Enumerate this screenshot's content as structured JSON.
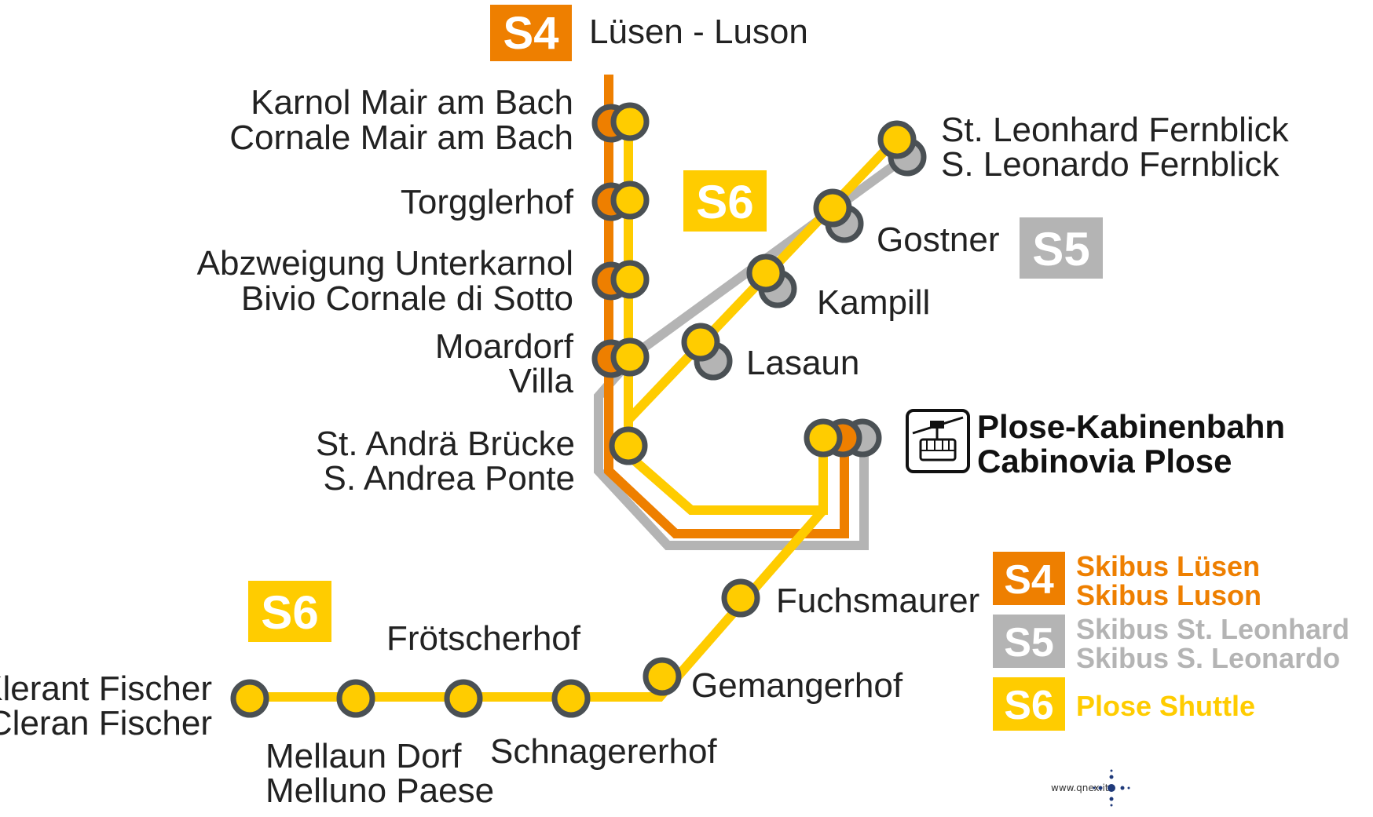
{
  "colors": {
    "s4": "#ee7f00",
    "s5": "#b4b4b4",
    "s6": "#ffcc00",
    "stop_ring": "#4a5054",
    "text": "#222222"
  },
  "badges": {
    "s4_top": "S4",
    "s6_mid": "S6",
    "s5_right": "S5",
    "s6_left": "S6"
  },
  "top_label": "Lüsen - Luson",
  "stations": {
    "karnol_1": "Karnol Mair am Bach",
    "karnol_2": "Cornale Mair am Bach",
    "torggler": "Torgglerhof",
    "abzw_1": "Abzweigung Unterkarnol",
    "abzw_2": "Bivio Cornale di Sotto",
    "moardorf": "Moardorf",
    "villa": "Villa",
    "andrae_1": "St. Andrä Brücke",
    "andrae_2": "S. Andrea Ponte",
    "leonhard_1": "St. Leonhard Fernblick",
    "leonhard_2": "S. Leonardo Fernblick",
    "gostner": "Gostner",
    "kampill": "Kampill",
    "lasaun": "Lasaun",
    "plose_1": "Plose-Kabinenbahn",
    "plose_2": "Cabinovia Plose",
    "fuchsmaurer": "Fuchsmaurer",
    "gemangerhof": "Gemangerhof",
    "froetscherhof": "Frötscherhof",
    "klerant_1": "Klerant Fischer",
    "klerant_2": "Cleran Fischer",
    "mellaun_1": "Mellaun Dorf",
    "mellaun_2": "Melluno Paese",
    "schnagerer": "Schnagererhof"
  },
  "legend": {
    "s4_badge": "S4",
    "s4_line1": "Skibus Lüsen",
    "s4_line2": "Skibus Luson",
    "s5_badge": "S5",
    "s5_line1": "Skibus St. Leonhard",
    "s5_line2": "Skibus S. Leonardo",
    "s6_badge": "S6",
    "s6_line1": "Plose Shuttle"
  },
  "credit": "www.qnex.it",
  "icons": {
    "cable_car": "gondola-icon",
    "logo": "qnex-logo-icon"
  }
}
